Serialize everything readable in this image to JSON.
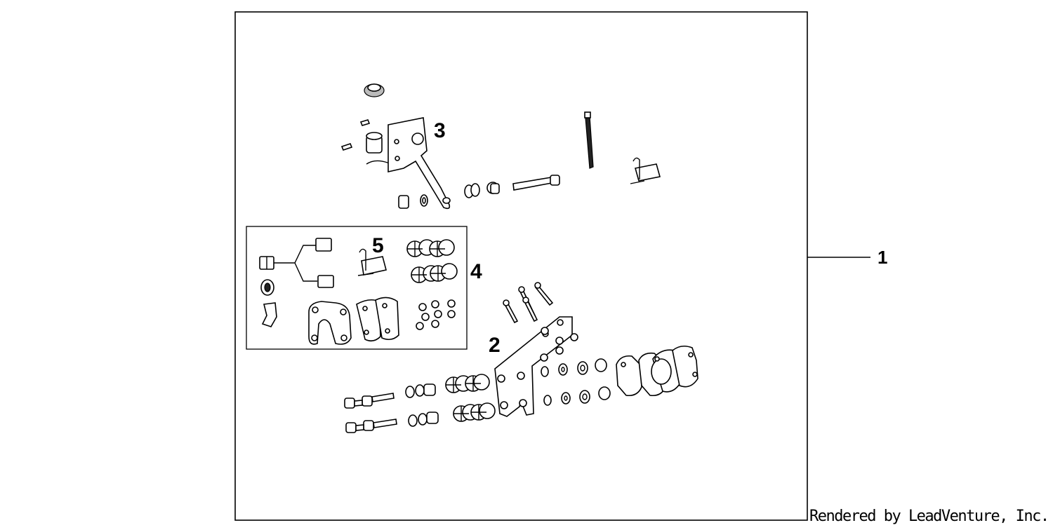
{
  "callouts": {
    "c1": "1",
    "c2": "2",
    "c3": "3",
    "c4": "4",
    "c5": "5"
  },
  "credit": "Rendered by LeadVenture, Inc.",
  "colors": {
    "line": "#000000",
    "background": "#ffffff",
    "hatch": "#222222",
    "shade": "#bbbbbb"
  }
}
